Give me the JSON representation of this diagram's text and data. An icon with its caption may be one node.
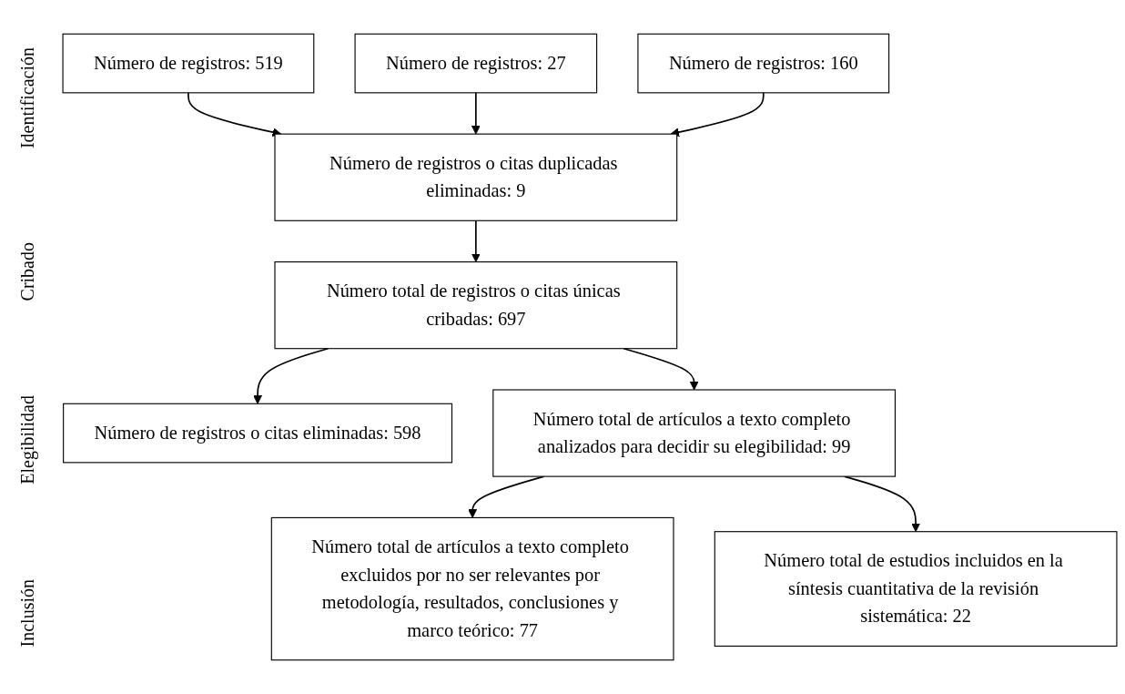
{
  "diagram": {
    "nodes": [
      {
        "text": [
          "Número de registros: 519"
        ]
      },
      {
        "text": [
          "Número de registros: 27"
        ]
      },
      {
        "text": [
          "Número de registros: 160"
        ]
      },
      {
        "text": [
          "Número de registros o citas duplicadas eliminadas: 9"
        ]
      },
      {
        "text": [
          "Número total de registros o citas únicas cribadas: 697"
        ]
      },
      {
        "text": [
          "Número de registros o citas eliminadas: 598"
        ]
      },
      {
        "text": [
          "Número total de artículos a texto completo analizados para decidir su elegibilidad: 99"
        ]
      },
      {
        "text": [
          "Número total de artículos a texto completo excluidos por no ser relevantes por metodología, resultados, conclusiones y marco teórico: 77"
        ]
      },
      {
        "text": [
          "Número total de estudios incluidos en la síntesis cuantitativa de la revisión sistemática: 22"
        ]
      }
    ],
    "edges": [
      {
        "from": 0,
        "to": 3,
        "arrow": "to"
      },
      {
        "from": 1,
        "to": 3,
        "arrow": "to"
      },
      {
        "from": 2,
        "to": 3,
        "arrow": "to"
      },
      {
        "from": 3,
        "to": 4,
        "arrow": "to"
      },
      {
        "from": 4,
        "to": 5,
        "arrow": "to"
      },
      {
        "from": 4,
        "to": 6,
        "arrow": "to"
      },
      {
        "from": 6,
        "to": 7,
        "arrow": "to"
      },
      {
        "from": 6,
        "to": 8,
        "arrow": "to"
      }
    ],
    "labels": [
      "Identificación",
      "Cribado",
      "Elegibilidad",
      "Inclusión"
    ]
  }
}
